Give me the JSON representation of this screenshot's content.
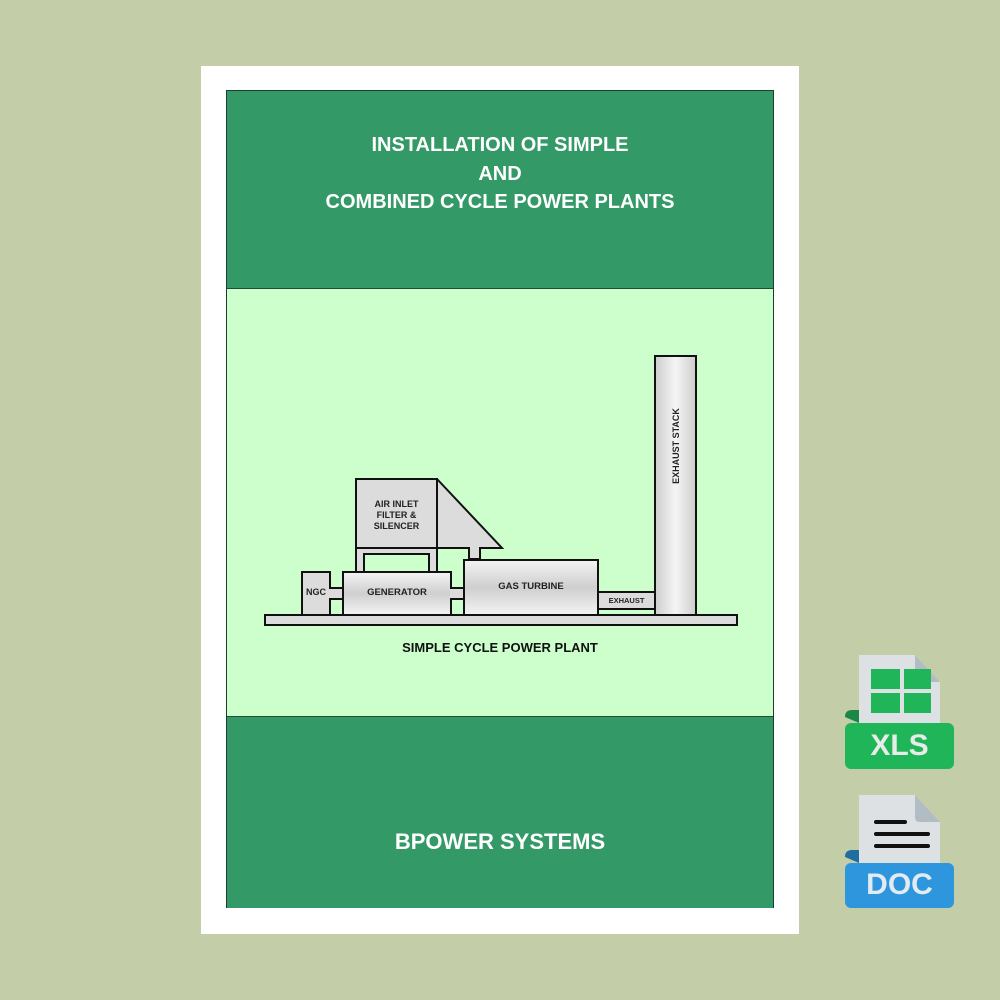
{
  "document": {
    "title_lines": [
      "INSTALLATION OF SIMPLE",
      "AND",
      "COMBINED CYCLE POWER PLANTS"
    ],
    "company": "BPOWER SYSTEMS",
    "colors": {
      "band": "#339966",
      "diagram_bg": "#ccffcc",
      "page_bg": "#c3cea8"
    }
  },
  "diagram": {
    "caption": "SIMPLE CYCLE POWER PLANT",
    "components": {
      "air_inlet": [
        "AIR INLET",
        "FILTER &",
        "SILENCER"
      ],
      "ngc": "NGC",
      "generator": "GENERATOR",
      "gas_turbine": "GAS TURBINE",
      "exhaust": "EXHAUST",
      "exhaust_stack": "EXHAUST STACK"
    }
  },
  "file_formats": [
    {
      "label": "XLS",
      "icon": "spreadsheet-file-icon",
      "color": "#21b55a"
    },
    {
      "label": "DOC",
      "icon": "document-file-icon",
      "color": "#2e96dc"
    }
  ]
}
